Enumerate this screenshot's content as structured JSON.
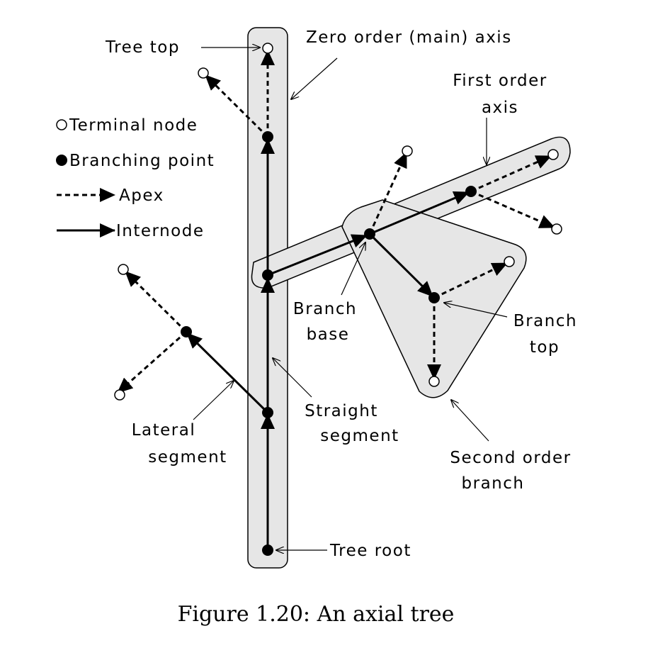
{
  "labels": {
    "tree_top": "Tree top",
    "zero_order_axis": "Zero order (main) axis",
    "first_order_axis_line1": "First order",
    "first_order_axis_line2": "axis",
    "legend_terminal": "Terminal node",
    "legend_branching": "Branching point",
    "legend_apex": "Apex",
    "legend_internode": "Internode",
    "branch_base_line1": "Branch",
    "branch_base_line2": "base",
    "branch_top_line1": "Branch",
    "branch_top_line2": "top",
    "straight_segment_line1": "Straight",
    "straight_segment_line2": "segment",
    "lateral_segment_line1": "Lateral",
    "lateral_segment_line2": "segment",
    "second_order_line1": "Second order",
    "second_order_line2": "branch",
    "tree_root": "Tree root"
  },
  "caption": "Figure 1.20: An axial tree"
}
